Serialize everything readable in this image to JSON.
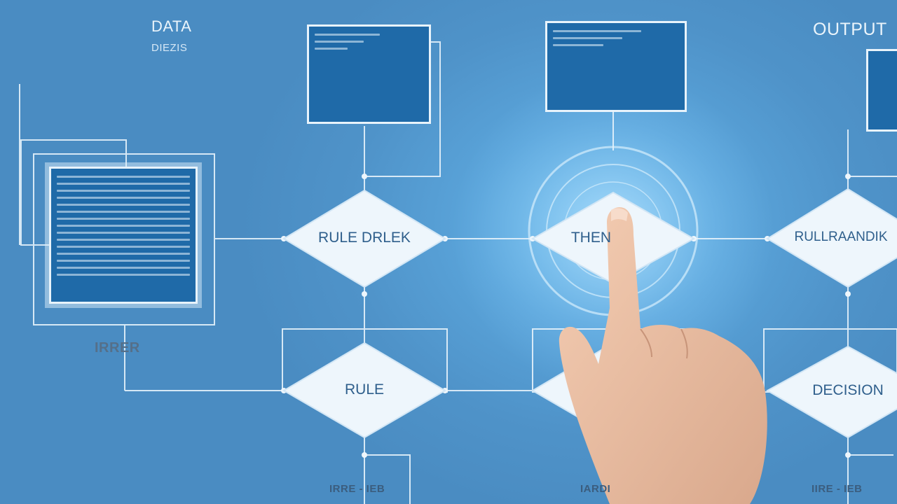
{
  "labels": {
    "data_title": "DATA",
    "data_sub": "DIEZIS",
    "output_title": "OUTPUT",
    "left_caption": "IRRER",
    "bottom_left": "IRRE - IEB",
    "bottom_mid": "IARDI",
    "bottom_right": "IIRE - IEB"
  },
  "nodes": {
    "rule_check": "RULE DRLEK",
    "rule": "RULE",
    "then": "THEN",
    "rule_random": "RULLRAANDIK",
    "decision": "DECISION"
  },
  "icons": {
    "hand": "pointing-hand-icon",
    "glow": "touch-ripple-icon"
  },
  "colors": {
    "background": "#4f93c9",
    "line": "#e6f2fb",
    "diamond_fill": "#eef6fc",
    "screen": "#1f6aa8",
    "text": "#2f5f8c"
  }
}
